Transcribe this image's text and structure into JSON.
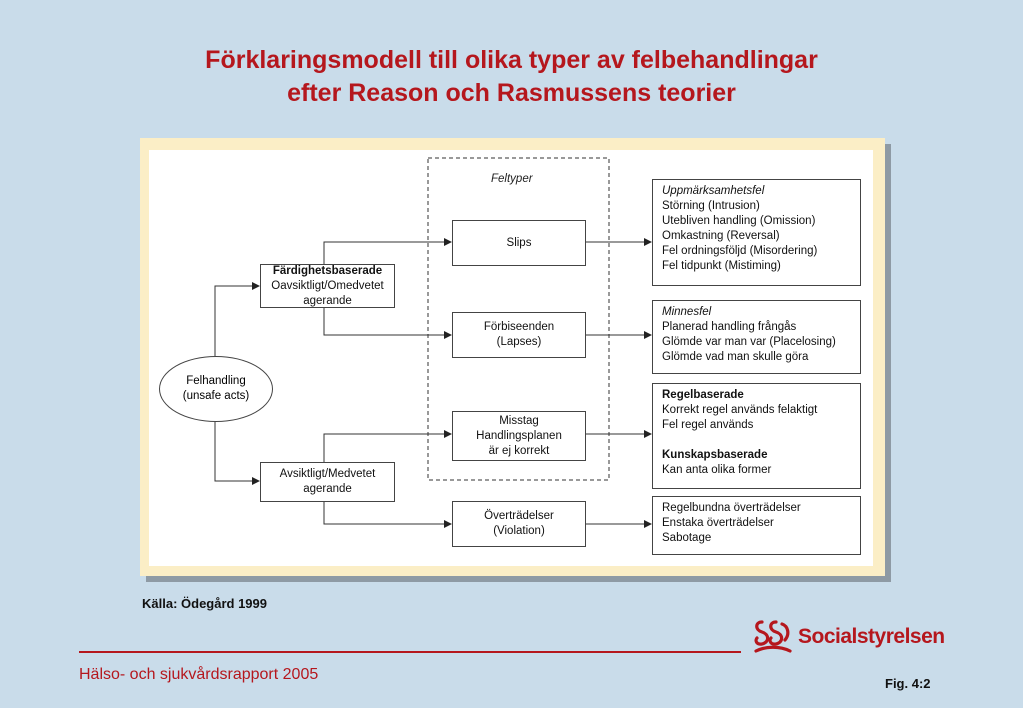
{
  "title": {
    "line1": "Förklaringsmodell till olika typer av felbehandlingar",
    "line2": "efter Reason och Rasmussens teorier"
  },
  "diagram": {
    "feltyper_label": "Feltyper",
    "root": {
      "line1": "Felhandling",
      "line2": "(unsafe acts)"
    },
    "fardighet": {
      "title": "Färdighetsbaserade",
      "line1": "Oavsiktligt/Omedvetet",
      "line2": "agerande"
    },
    "avsiktligt": {
      "line1": "Avsiktligt/Medvetet",
      "line2": "agerande"
    },
    "slips": {
      "label": "Slips"
    },
    "forbiseenden": {
      "line1": "Förbiseenden",
      "line2": "(Lapses)"
    },
    "misstag": {
      "line1": "Misstag",
      "line2": "Handlingsplanen",
      "line3": "är ej korrekt"
    },
    "overtradelser": {
      "line1": "Överträdelser",
      "line2": "(Violation)"
    },
    "uppmarksamhet": {
      "heading": "Uppmärksamhetsfel",
      "items": [
        "Störning (Intrusion)",
        "Utebliven handling (Omission)",
        "Omkastning (Reversal)",
        "Fel ordningsföljd (Misordering)",
        "Fel tidpunkt (Mistiming)"
      ]
    },
    "minnesfel": {
      "heading": "Minnesfel",
      "items": [
        "Planerad handling frångås",
        "Glömde var man var (Placelosing)",
        "Glömde vad man skulle göra"
      ]
    },
    "regel": {
      "heading": "Regelbaserade",
      "items": [
        "Korrekt regel används felaktigt",
        "Fel regel används"
      ],
      "heading2": "Kunskapsbaserade",
      "items2": [
        "Kan anta olika former"
      ]
    },
    "violations": {
      "items": [
        "Regelbundna överträdelser",
        "Enstaka överträdelser",
        "Sabotage"
      ]
    }
  },
  "source": "Källa: Ödegård 1999",
  "logo_text": "Socialstyrelsen",
  "footer_left": "Hälso- och sjukvårdsrapport 2005",
  "fig": "Fig. 4:2",
  "colors": {
    "accent": "#b5171d",
    "background": "#c9dcea",
    "frame": "#fbeec6"
  }
}
